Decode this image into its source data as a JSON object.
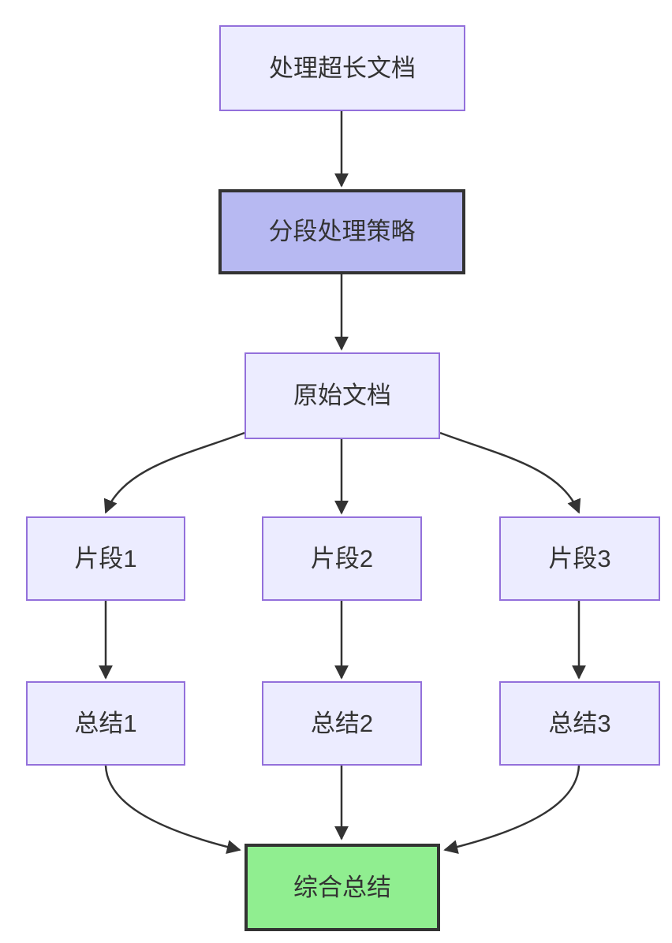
{
  "diagram": {
    "type": "flowchart-top-down",
    "background": "#ffffff",
    "nodes": {
      "process_long_doc": {
        "label": "处理超长文档",
        "style": "default"
      },
      "segment_strategy": {
        "label": "分段处理策略",
        "style": "highlight"
      },
      "original_doc": {
        "label": "原始文档",
        "style": "default"
      },
      "fragment_1": {
        "label": "片段1",
        "style": "default"
      },
      "fragment_2": {
        "label": "片段2",
        "style": "default"
      },
      "fragment_3": {
        "label": "片段3",
        "style": "default"
      },
      "summary_1": {
        "label": "总结1",
        "style": "default"
      },
      "summary_2": {
        "label": "总结2",
        "style": "default"
      },
      "summary_3": {
        "label": "总结3",
        "style": "default"
      },
      "final_summary": {
        "label": "综合总结",
        "style": "success"
      }
    },
    "edges": [
      {
        "from": "process_long_doc",
        "to": "segment_strategy"
      },
      {
        "from": "segment_strategy",
        "to": "original_doc"
      },
      {
        "from": "original_doc",
        "to": "fragment_1"
      },
      {
        "from": "original_doc",
        "to": "fragment_2"
      },
      {
        "from": "original_doc",
        "to": "fragment_3"
      },
      {
        "from": "fragment_1",
        "to": "summary_1"
      },
      {
        "from": "fragment_2",
        "to": "summary_2"
      },
      {
        "from": "fragment_3",
        "to": "summary_3"
      },
      {
        "from": "summary_1",
        "to": "final_summary"
      },
      {
        "from": "summary_2",
        "to": "final_summary"
      },
      {
        "from": "summary_3",
        "to": "final_summary"
      }
    ],
    "colors": {
      "default_fill": "#ECECFF",
      "default_border": "#9370DB",
      "highlight_fill": "#B7B9F2",
      "highlight_border": "#333333",
      "success_fill": "#90EE90",
      "success_border": "#333333",
      "edge": "#333333",
      "text": "#333333"
    }
  }
}
